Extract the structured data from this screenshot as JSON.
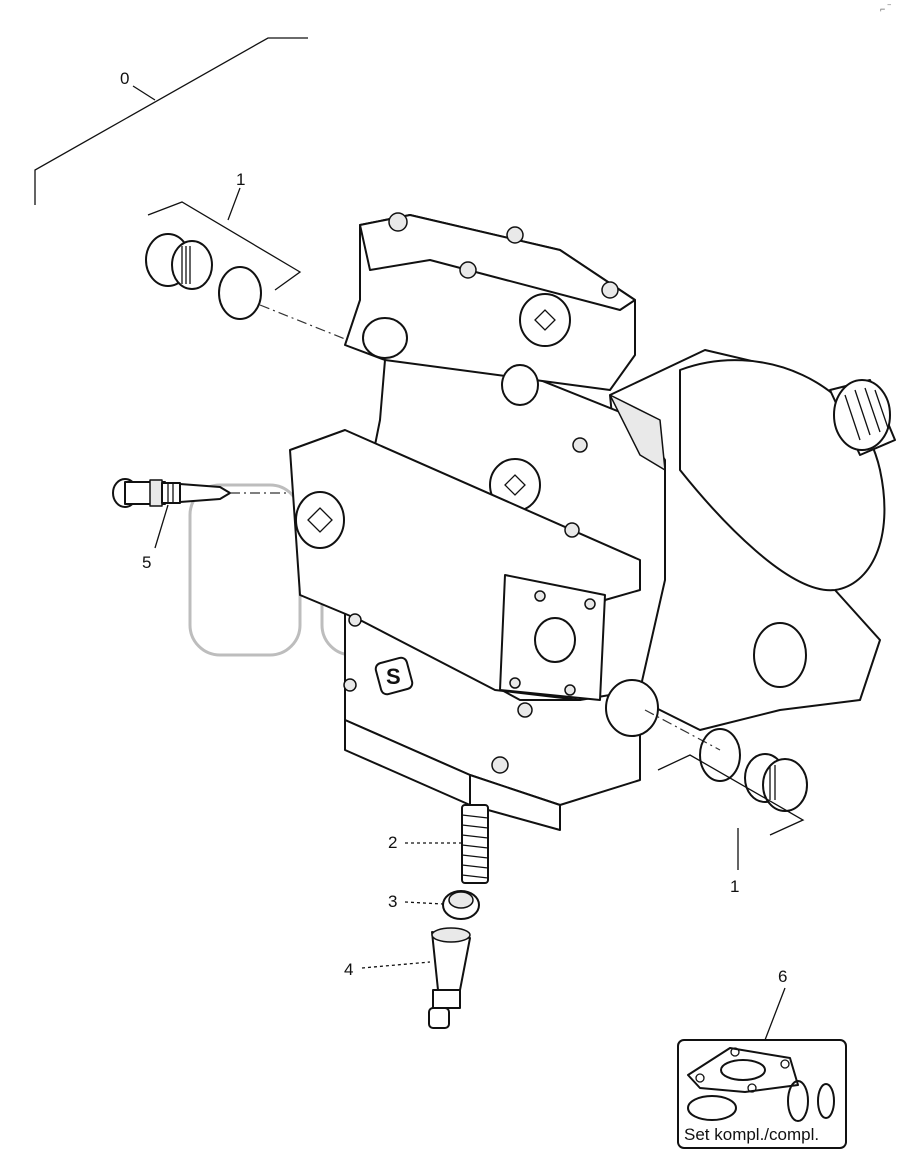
{
  "callouts": {
    "c0": "0",
    "c1_top": "1",
    "c1_bottom": "1",
    "c2": "2",
    "c3": "3",
    "c4": "4",
    "c5": "5",
    "c6": "6"
  },
  "kit": {
    "label": "Set kompl./compl."
  },
  "corner_mark": "⌐ ‾"
}
